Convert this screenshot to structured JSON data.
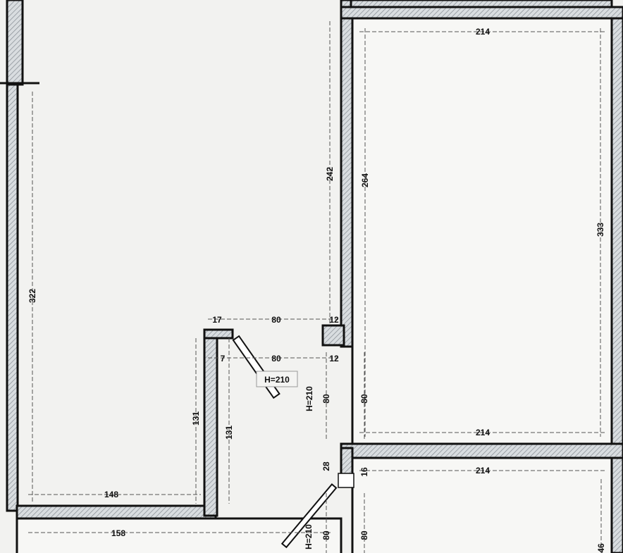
{
  "plan": {
    "right_room_upper": {
      "width_top": "214",
      "height_left": "264",
      "height_right": "333",
      "width_bottom": "214"
    },
    "central_wall_height": "242",
    "left_room": {
      "height": "322",
      "width_bottom": "148",
      "notch_height_outer": "131",
      "notch_height_inner": "131"
    },
    "door_upper": {
      "wall_left_top": "17",
      "opening_top": "80",
      "wall_right_top": "12",
      "wall_left_bottom": "7",
      "opening_bottom": "80",
      "wall_right_bottom": "12",
      "height_label": "H=210",
      "side_height_label": "H=210",
      "side_opening_1": "80",
      "side_opening_2": "80"
    },
    "lower_room": {
      "width_top": "214",
      "wall_thickness": "28",
      "jamb": "16",
      "door_height_label": "H=210",
      "opening_1": "80",
      "opening_2": "80",
      "height_partial": "46"
    },
    "bottom_left_room": {
      "width": "158"
    }
  }
}
